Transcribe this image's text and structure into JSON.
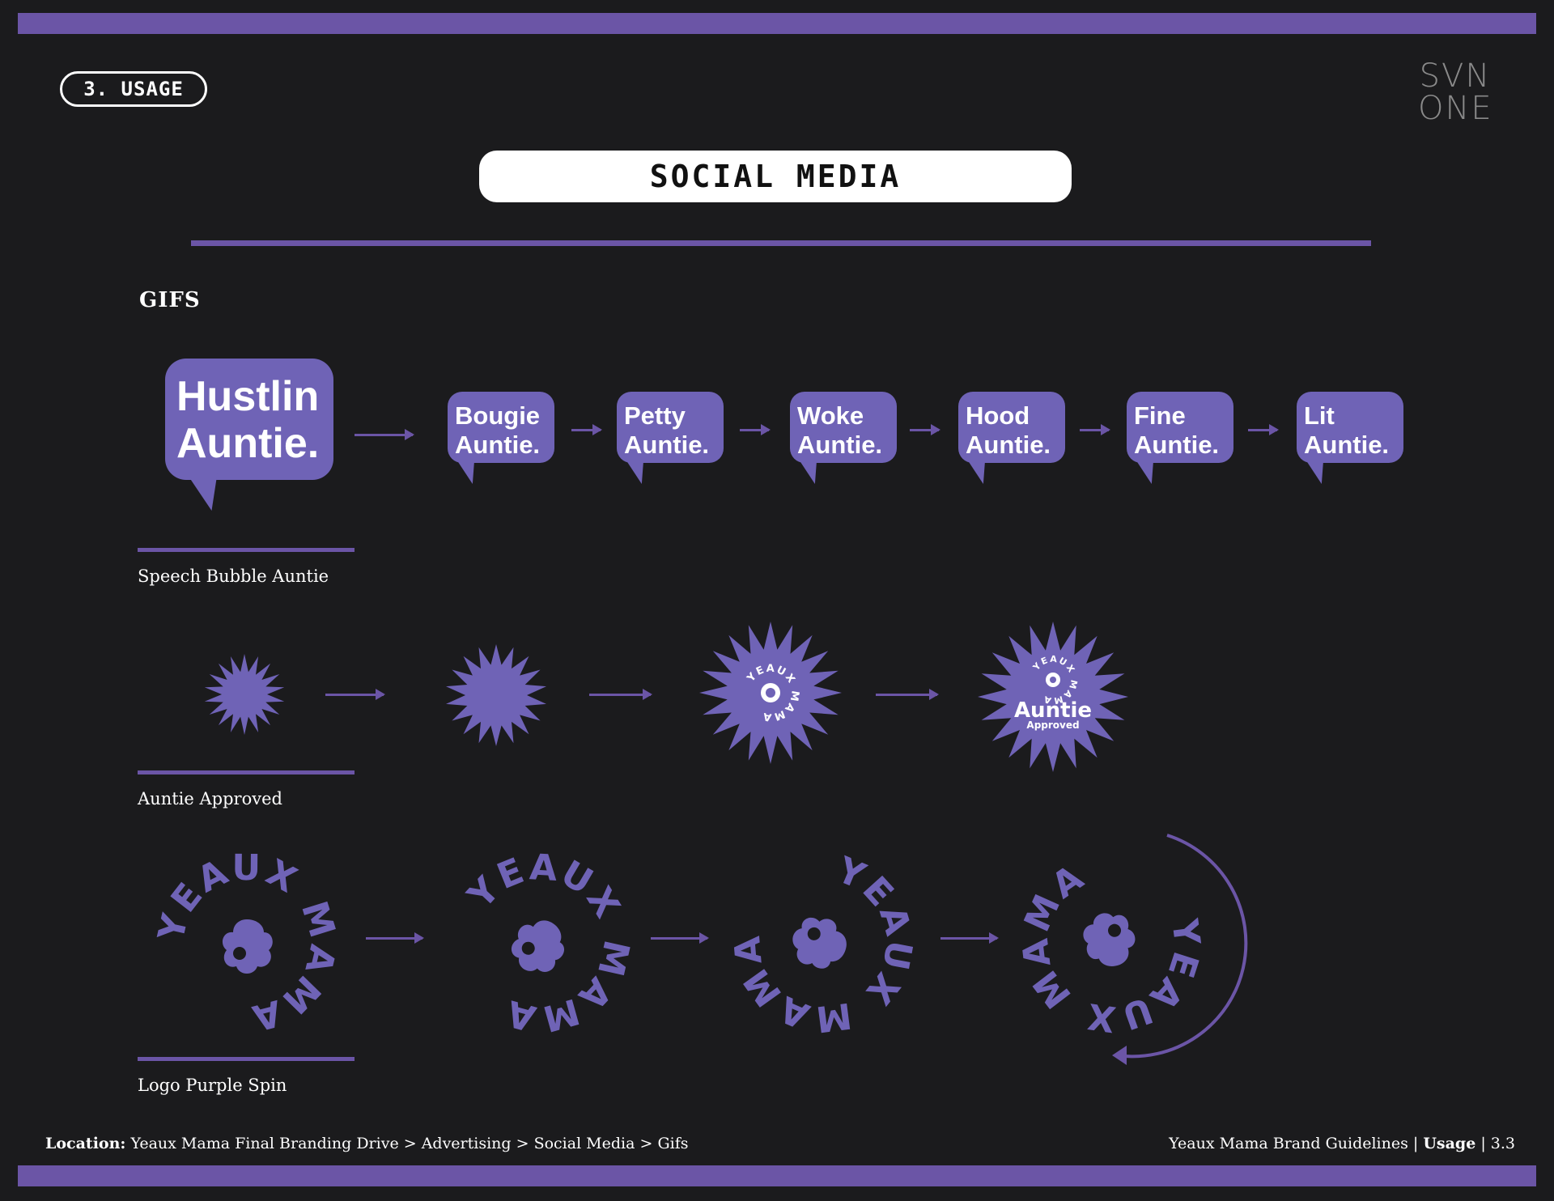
{
  "header": {
    "section_label": "3. USAGE",
    "logo": {
      "line1": "SVN",
      "line2": "ONE"
    },
    "title": "SOCIAL MEDIA"
  },
  "section": {
    "label": "GIFS"
  },
  "speech_bubbles": {
    "lead": "Hustlin\nAuntie.",
    "items": [
      "Bougie\nAuntie.",
      "Petty\nAuntie.",
      "Woke\nAuntie.",
      "Hood\nAuntie.",
      "Fine\nAuntie.",
      "Lit\nAuntie."
    ],
    "caption": "Speech Bubble Auntie"
  },
  "auntie_approved": {
    "badge_text": "YEAUX MAMA",
    "auntie": "Auntie",
    "approved": "Approved",
    "caption": "Auntie Approved"
  },
  "logo_spin": {
    "text": "YEAUX MAMA",
    "caption": "Logo Purple Spin"
  },
  "footer": {
    "location_label": "Location:",
    "location_path": "Yeaux Mama Final Branding Drive > Advertising > Social Media > Gifs",
    "doc_title": "Yeaux Mama Brand Guidelines | ",
    "doc_section": "Usage",
    "page_number": " | 3.3"
  },
  "colors": {
    "brand_purple": "#6b55a6",
    "mark_purple": "#6f63b6",
    "background": "#1b1b1d"
  }
}
